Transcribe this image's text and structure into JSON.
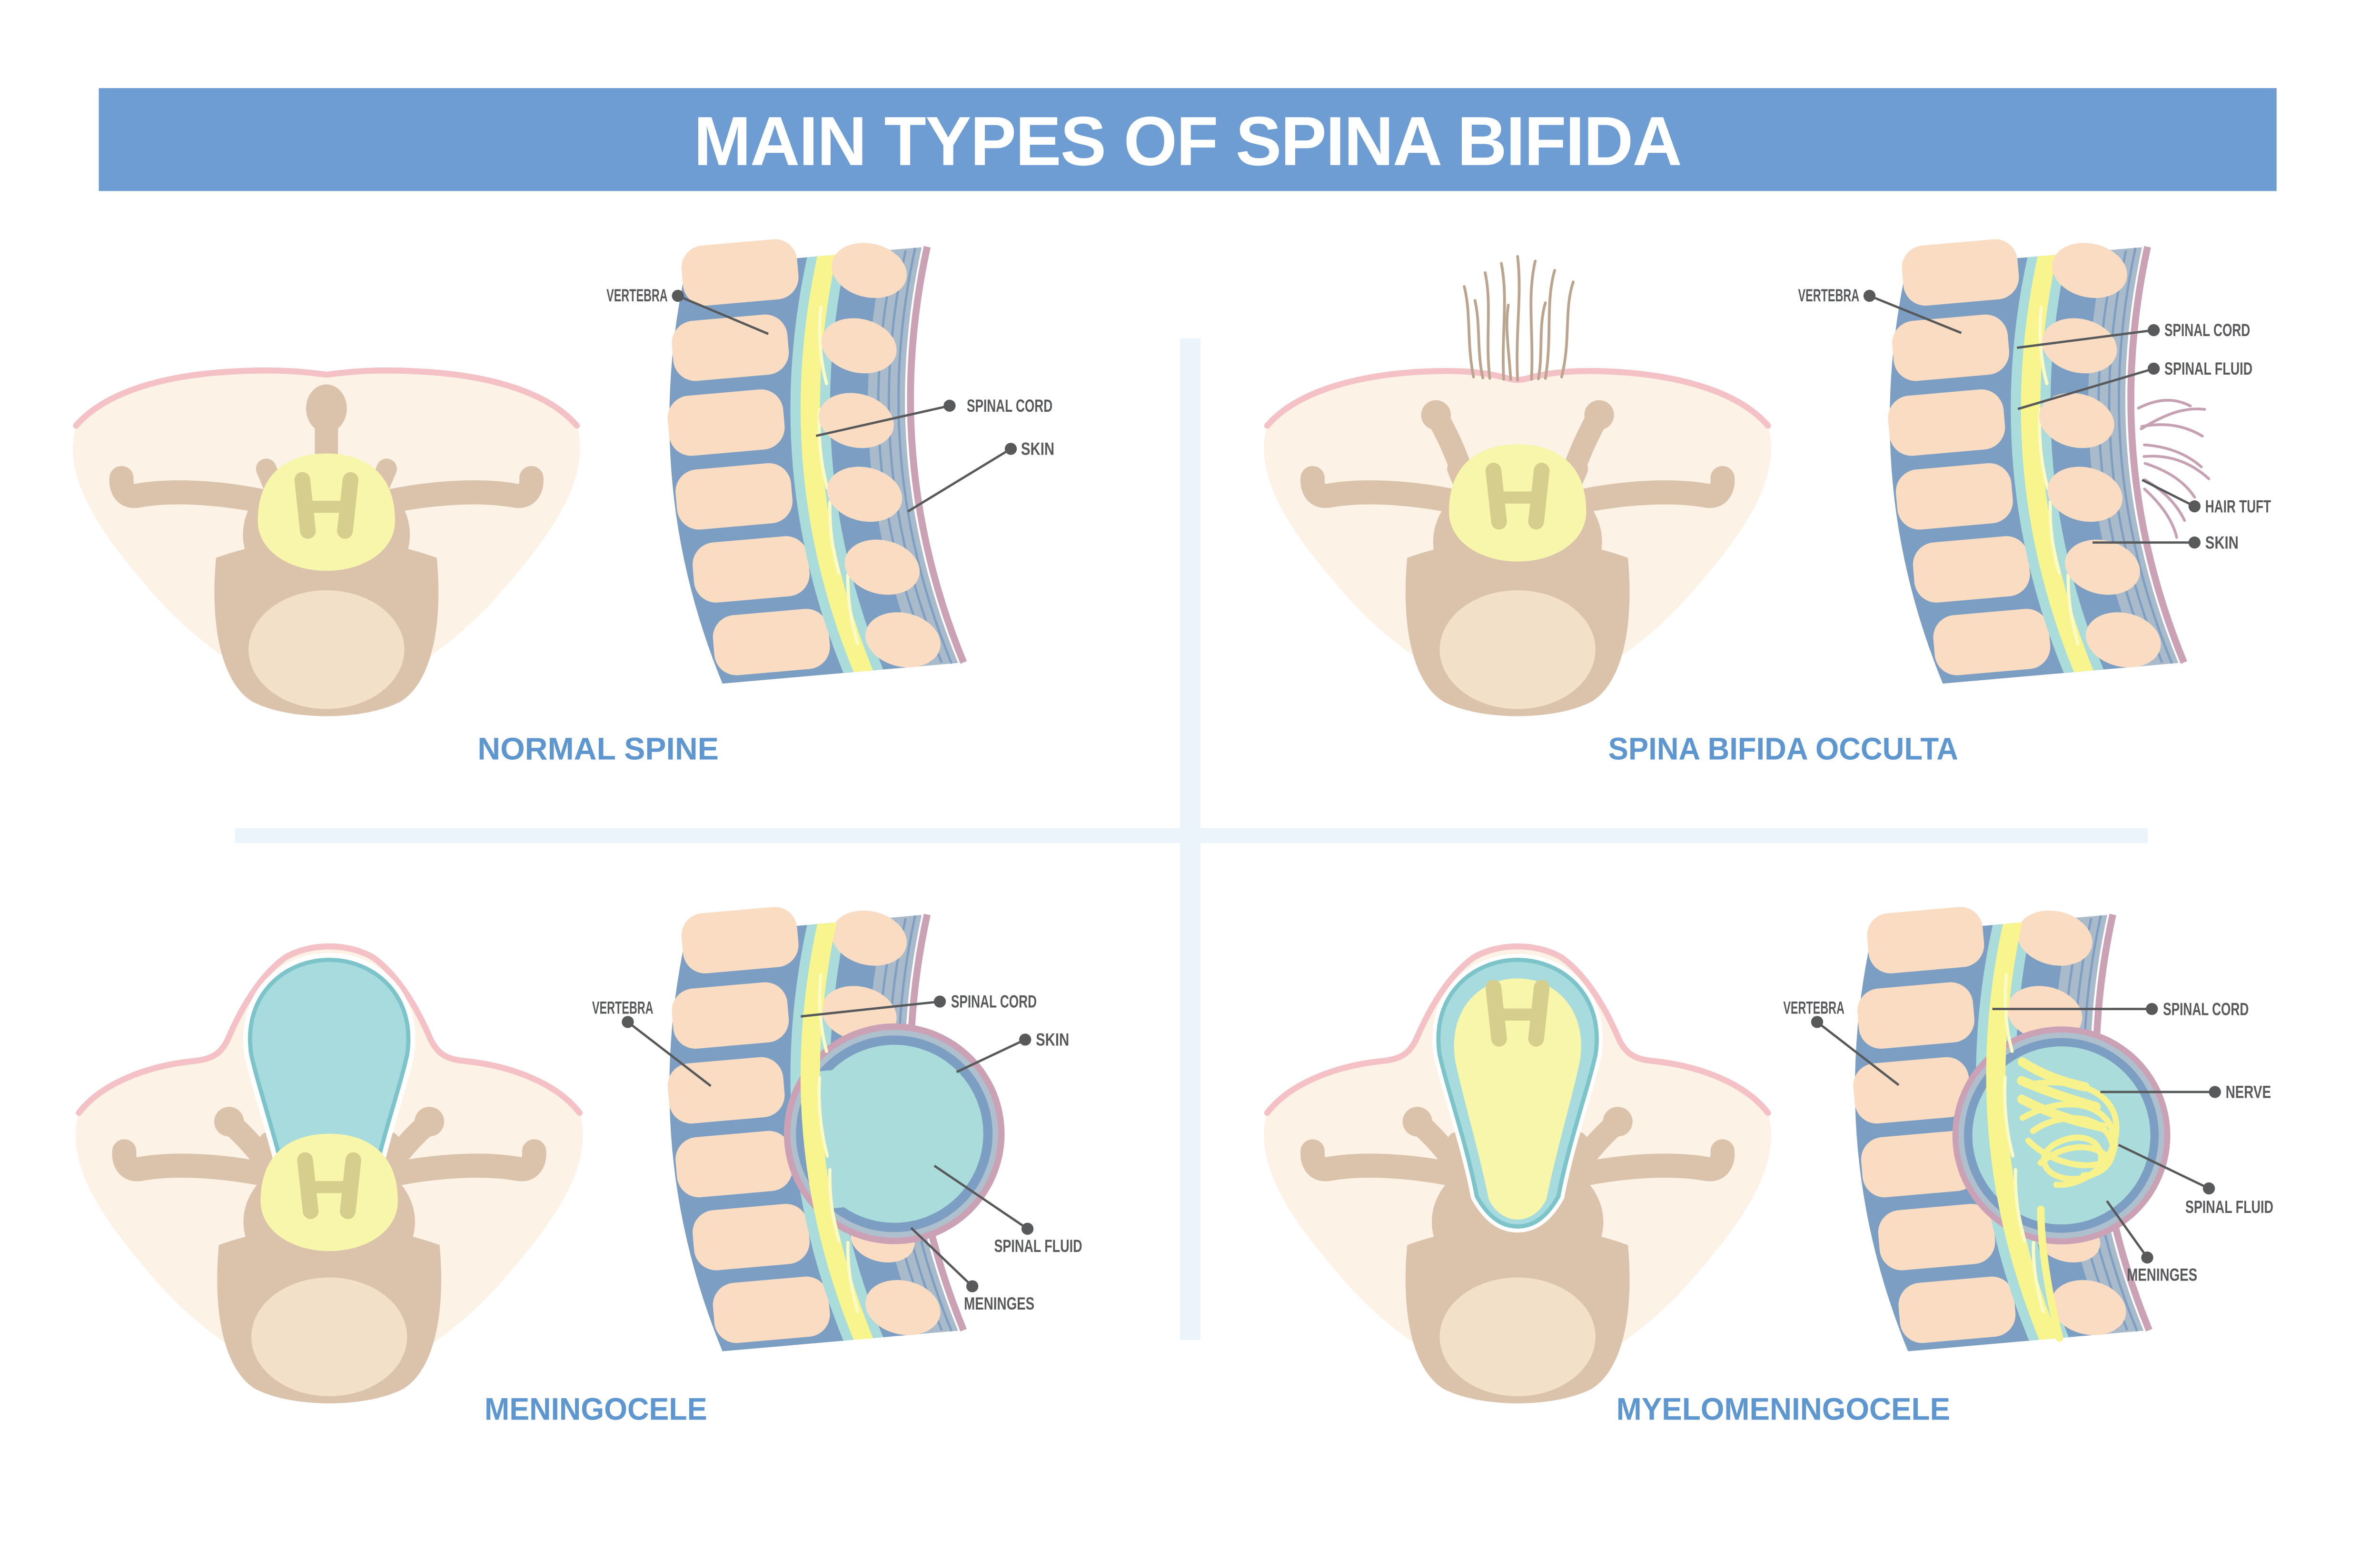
{
  "title": "MAIN TYPES OF SPINA BIFIDA",
  "colors": {
    "banner_blue": "#6d9dd3",
    "caption_blue": "#5e96d0",
    "label_gray": "#58595b",
    "divider_blue": "#ebf4fa",
    "body_cream": "#fcf2e5",
    "skin_pink_outline": "#f4c2c6",
    "bone_tan": "#dbc3ab",
    "bone_tan_light": "#f3e0c8",
    "canal_yellow": "#f7f6ab",
    "gray_matter_yellow": "#d6ce8d",
    "vertebra_peach": "#f9dcc2",
    "disc_blue": "#7b9ec2",
    "spinal_fluid_teal": "#a9dcda",
    "cord_yellow": "#f8f58f",
    "nerve_yellow_light": "#fcfac5",
    "muscle_gray": "#a9bacb",
    "skin_mauve": "#cba2b5",
    "hair_brown": "#bca58f",
    "hair_mauve": "#c6a1b4"
  },
  "quadrants": [
    {
      "id": "normal-spine",
      "caption": "NORMAL SPINE",
      "labels": {
        "vertebra": "VERTEBRA",
        "spinal_cord": "SPINAL CORD",
        "skin": "SKIN"
      }
    },
    {
      "id": "spina-bifida-occulta",
      "caption": "SPINA BIFIDA OCCULTA",
      "labels": {
        "vertebra": "VERTEBRA",
        "spinal_cord": "SPINAL CORD",
        "spinal_fluid": "SPINAL FLUID",
        "hair_tuft": "HAIR TUFT",
        "skin": "SKIN"
      }
    },
    {
      "id": "meningocele",
      "caption": "MENINGOCELE",
      "labels": {
        "vertebra": "VERTEBRA",
        "spinal_cord": "SPINAL CORD",
        "skin": "SKIN",
        "spinal_fluid": "SPINAL FLUID",
        "meninges": "MENINGES"
      }
    },
    {
      "id": "myelomeningocele",
      "caption": "MYELOMENINGOCELE",
      "labels": {
        "vertebra": "VERTEBRA",
        "spinal_cord": "SPINAL CORD",
        "nerve": "NERVE",
        "spinal_fluid": "SPINAL FLUID",
        "meninges": "MENINGES"
      }
    }
  ]
}
